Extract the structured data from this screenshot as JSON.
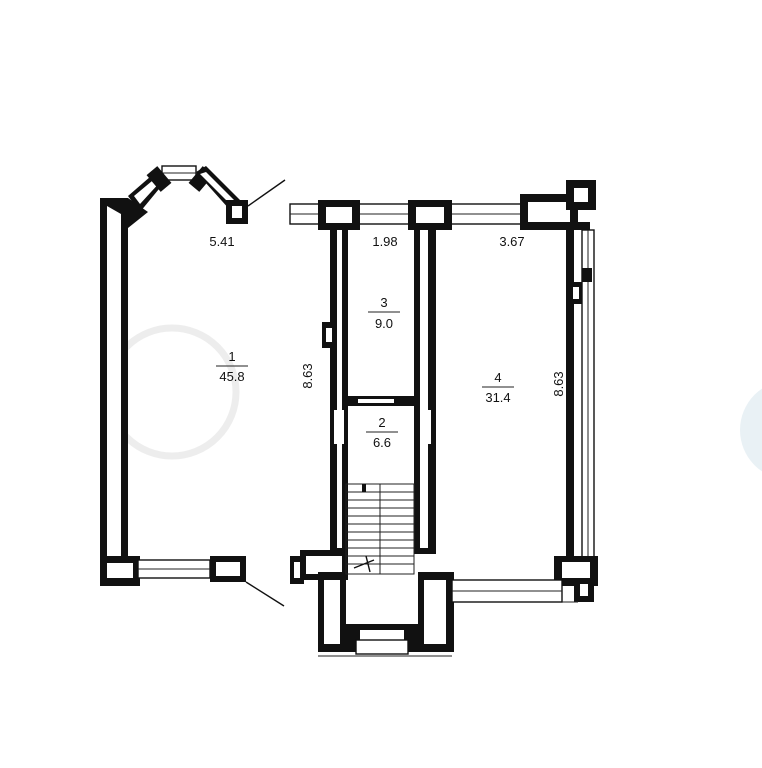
{
  "rooms": [
    {
      "number": "1",
      "area": "45.8"
    },
    {
      "number": "2",
      "area": "6.6"
    },
    {
      "number": "3",
      "area": "9.0"
    },
    {
      "number": "4",
      "area": "31.4"
    }
  ],
  "dimensions": {
    "room1_width": "5.41",
    "room3_width": "1.98",
    "room4_width": "3.67",
    "left_length": "8.63",
    "right_length": "8.63"
  },
  "colors": {
    "wall": "#111111",
    "background": "#ffffff"
  }
}
